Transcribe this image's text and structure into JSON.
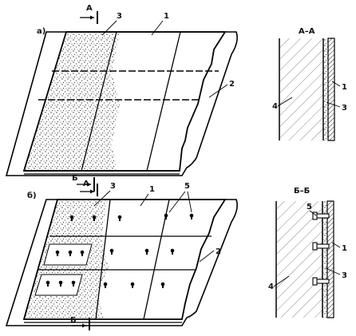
{
  "figure_a": {
    "label": "а)",
    "section_marker": "А",
    "section_title": "А–А",
    "callouts": {
      "panel": "1",
      "wall": "2",
      "adhesive": "3",
      "section_base": "4",
      "section_panel": "1",
      "section_adhesive": "3"
    }
  },
  "figure_b": {
    "label": "б)",
    "section_marker": "Б",
    "section_title": "Б–Б",
    "callouts": {
      "panel": "1",
      "wall": "2",
      "adhesive": "3",
      "dowels": "5",
      "section_dowel": "5",
      "section_base": "4",
      "section_panel": "1",
      "section_adhesive": "3"
    }
  }
}
